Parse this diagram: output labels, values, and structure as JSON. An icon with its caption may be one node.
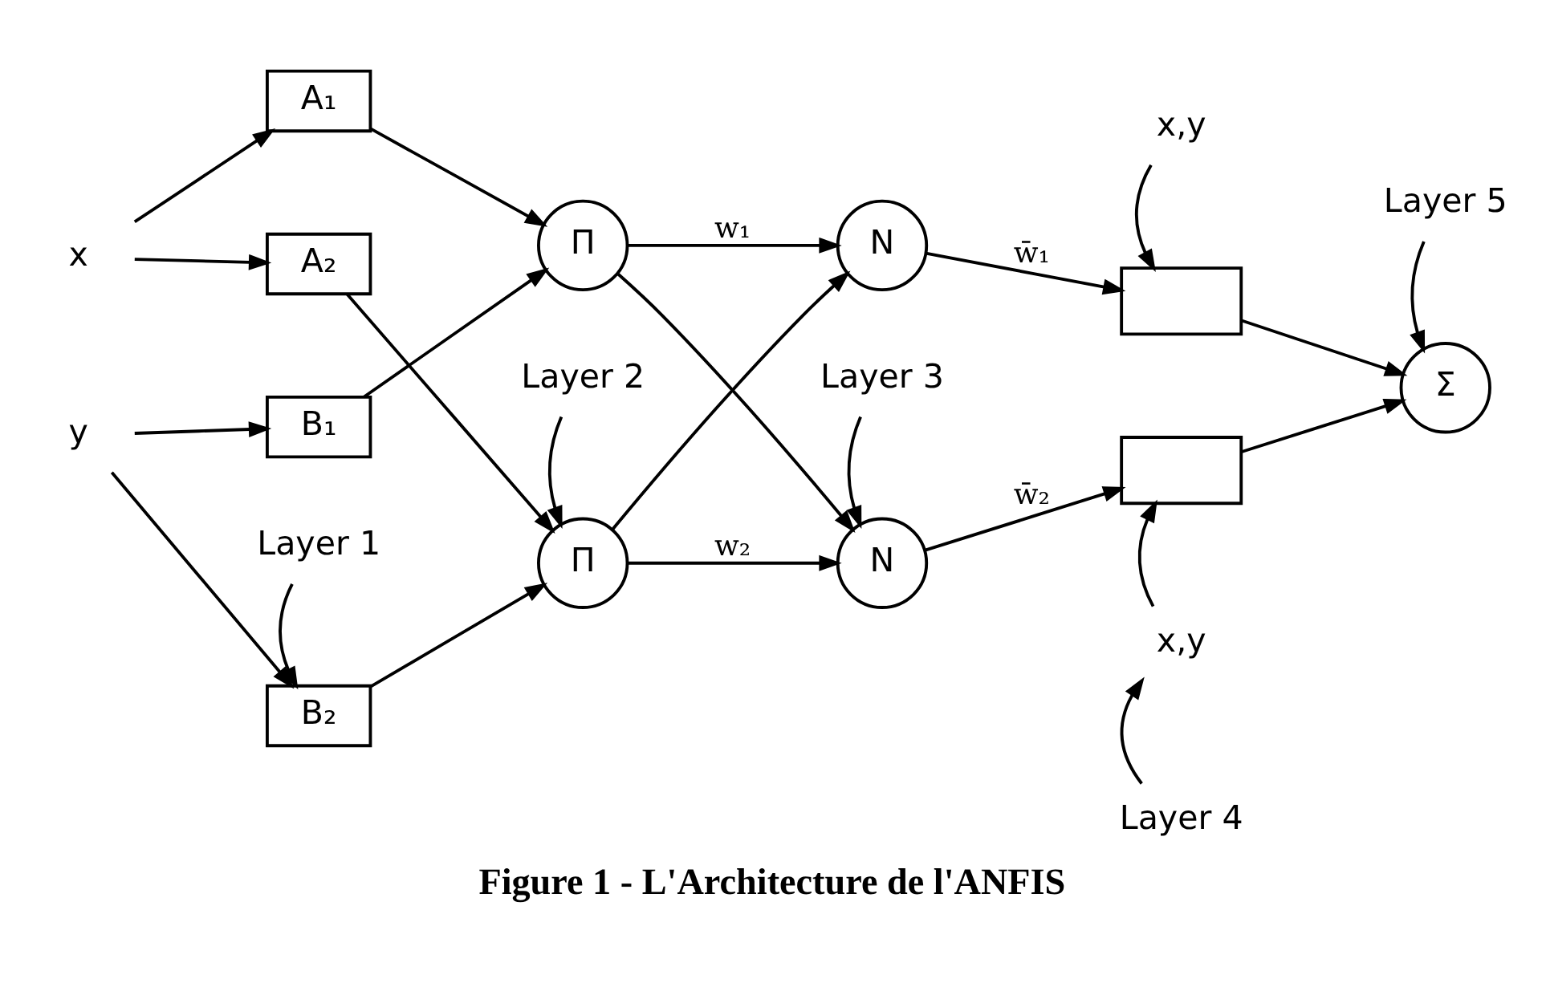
{
  "diagram": {
    "caption": "Figure 1 - L'Architecture de l'ANFIS",
    "nodes": [
      {
        "text": [
          "x"
        ]
      },
      {
        "text": [
          "y"
        ]
      },
      {
        "text": [
          "A₁"
        ]
      },
      {
        "text": [
          "A₂"
        ]
      },
      {
        "text": [
          "B₁"
        ]
      },
      {
        "text": [
          "B₂"
        ]
      },
      {
        "text": [
          "Π"
        ]
      },
      {
        "text": [
          "Π"
        ]
      },
      {
        "text": [
          "N"
        ]
      },
      {
        "text": [
          "N"
        ]
      },
      {
        "text": [],
        "shape": "box"
      },
      {
        "text": [],
        "shape": "box"
      },
      {
        "text": [
          "Σ"
        ]
      },
      {
        "text": [
          "x,y"
        ]
      },
      {
        "text": [
          "x,y"
        ]
      },
      {
        "text": [
          "Layer 1"
        ]
      },
      {
        "text": [
          "Layer 2"
        ]
      },
      {
        "text": [
          "Layer 3"
        ]
      },
      {
        "text": [
          "Layer 4"
        ]
      },
      {
        "text": [
          "Layer 5"
        ]
      }
    ],
    "edges": [
      {
        "from": 0,
        "to": 2,
        "arrow": "to"
      },
      {
        "from": 0,
        "to": 3,
        "arrow": "to"
      },
      {
        "from": 1,
        "to": 4,
        "arrow": "to"
      },
      {
        "from": 1,
        "to": 5,
        "arrow": "to"
      },
      {
        "from": 2,
        "to": 6,
        "arrow": "to"
      },
      {
        "from": 3,
        "to": 7,
        "arrow": "to"
      },
      {
        "from": 4,
        "to": 6,
        "arrow": "to"
      },
      {
        "from": 5,
        "to": 7,
        "arrow": "to"
      },
      {
        "from": 6,
        "to": 8,
        "arrow": "to",
        "label": "w₁"
      },
      {
        "from": 6,
        "to": 9,
        "arrow": "to"
      },
      {
        "from": 7,
        "to": 8,
        "arrow": "to"
      },
      {
        "from": 7,
        "to": 9,
        "arrow": "to",
        "label": "w₂"
      },
      {
        "from": 8,
        "to": 10,
        "arrow": "to",
        "label": "w̄₁"
      },
      {
        "from": 9,
        "to": 11,
        "arrow": "to",
        "label": "w̄₂"
      },
      {
        "from": 10,
        "to": 12,
        "arrow": "to"
      },
      {
        "from": 11,
        "to": 12,
        "arrow": "to"
      },
      {
        "from": 13,
        "to": 10,
        "arrow": "to"
      },
      {
        "from": 14,
        "to": 11,
        "arrow": "to"
      },
      {
        "from": 15,
        "to": 5,
        "arrow": "to"
      },
      {
        "from": 16,
        "to": 7,
        "arrow": "to"
      },
      {
        "from": 17,
        "to": 9,
        "arrow": "to"
      },
      {
        "from": 18,
        "to": 14,
        "arrow": "to"
      },
      {
        "from": 19,
        "to": 12,
        "arrow": "to"
      }
    ]
  }
}
